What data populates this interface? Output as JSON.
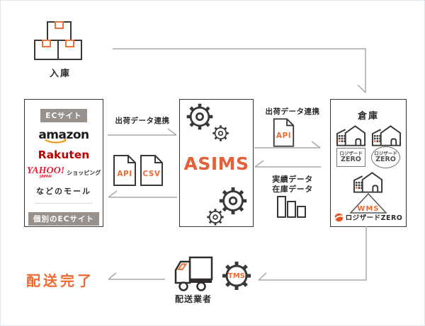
{
  "colors": {
    "accent_orange": "#ed6a33",
    "asims_orange": "#e2603a",
    "outline_dark": "#3b3735",
    "arrow_gray": "#a8a8a8",
    "badge_gray": "#98918c",
    "rakuten_red": "#bf0000",
    "yahoo_red": "#e8203a",
    "amazon_smile_orange": "#f29100",
    "tape_orange": "#e8743c"
  },
  "icons": {
    "inbound": "boxes-icon",
    "flow_arrows": "arrow-icon",
    "asims": "gear-icon",
    "data_files": "document-icon",
    "warehouse_buildings": "warehouse-building-icon",
    "inventory_analytics": "bar-chart-icon",
    "wms": "triangle-badge-icon",
    "logizard": "logizard-swoosh-icon",
    "carrier": "truck-icon",
    "tms": "gear-icon"
  },
  "inbound": {
    "label": "入庫"
  },
  "ec_panel": {
    "badge_top": "ECサイト",
    "amazon_text": "amazon",
    "rakuten_text": "Rakuten",
    "yahoo_text": "YAHOO!",
    "yahoo_japan": "JAPAN",
    "yahoo_shopping": "ショッピング",
    "note": "などのモール",
    "badge_bottom": "個別のECサイト"
  },
  "flow_left": {
    "label": "出荷データ連携",
    "doc_api": "API",
    "doc_csv": "CSV"
  },
  "asims_panel": {
    "title": "ASIMS"
  },
  "flow_right": {
    "label": "出荷データ連携",
    "doc_api": "API",
    "return_line1": "実績データ",
    "return_line2": "在庫データ"
  },
  "warehouse_panel": {
    "title": "倉庫",
    "badge_square": {
      "line1": "ロジザード",
      "line2": "ZERO"
    },
    "badge_circle": {
      "line1": "ロジザード",
      "line2": "ZERO"
    },
    "wms_label": "WMS",
    "logo_text": "ロジザードZERO"
  },
  "delivery": {
    "status": "配送完了",
    "carrier_label": "配送業者",
    "tms_label": "TMS"
  }
}
